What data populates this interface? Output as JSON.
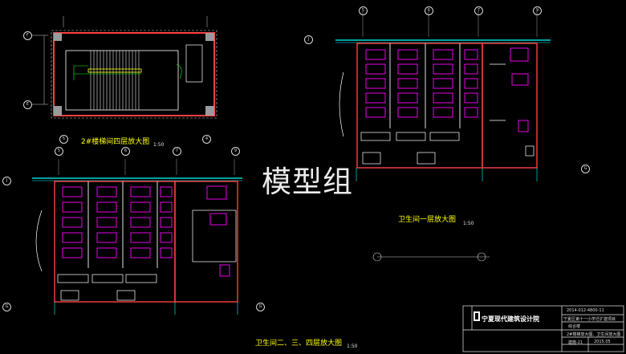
{
  "watermark": "模型组",
  "drawings": {
    "stair": {
      "title": "2#楼梯间四层放大图",
      "scale": "1:50"
    },
    "wc_first": {
      "title": "卫生间一层放大图",
      "scale": "1:50"
    },
    "wc_upper": {
      "title": "卫生间二、三、四层放大图",
      "scale": "1:50"
    }
  },
  "title_block": {
    "firm": "宁夏现代建筑设计院",
    "rows": [
      "2014-012-4800-11",
      "宁夏区第十一小学迁扩建项目",
      "综合楼"
    ],
    "sheet": "2#楼梯放大图、卫生间放大图",
    "field_a": "建施-21",
    "date": "2015.05"
  },
  "colors": {
    "wall": "#ff4040",
    "fixture": "#ff00ff",
    "grid": "#00ffff",
    "label": "#ffff00",
    "frame": "#ffffff"
  }
}
